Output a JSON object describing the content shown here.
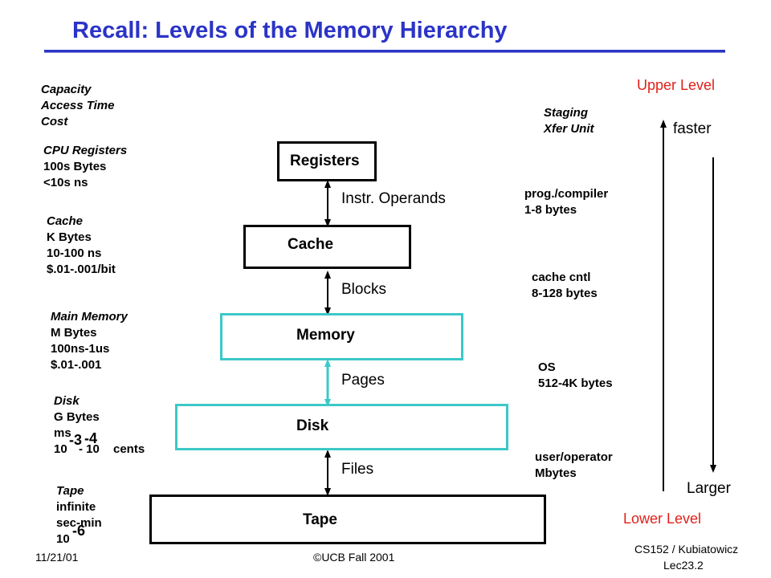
{
  "title": "Recall: Levels of the Memory Hierarchy",
  "legend": [
    "Capacity",
    "Access Time",
    "Cost"
  ],
  "levels": [
    {
      "name_label": "CPU Registers",
      "lines": [
        "100s Bytes",
        "<10s ns"
      ]
    },
    {
      "name_label": "Cache",
      "lines": [
        "K Bytes",
        "10-100 ns",
        "$.01-.001/bit"
      ]
    },
    {
      "name_label": "Main Memory",
      "lines": [
        "M Bytes",
        "100ns-1us",
        "$.01-.001"
      ]
    },
    {
      "name_label": "Disk",
      "lines": [
        "G Bytes",
        "ms"
      ],
      "cost_base": "10",
      "cost_exp1": "-3",
      "cost_mid": "- 10",
      "cost_exp2": "-4",
      "cost_unit": "cents"
    },
    {
      "name_label": "Tape",
      "lines": [
        "infinite",
        "sec-min"
      ],
      "cost_base": "10",
      "cost_exp": "-6"
    }
  ],
  "boxes": [
    "Registers",
    "Cache",
    "Memory",
    "Disk",
    "Tape"
  ],
  "transfers": [
    "Instr. Operands",
    "Blocks",
    "Pages",
    "Files"
  ],
  "staging_header": [
    "Staging",
    "Xfer Unit"
  ],
  "staging": [
    [
      "prog./compiler",
      "1-8 bytes"
    ],
    [
      "cache cntl",
      "8-128 bytes"
    ],
    [
      "OS",
      "512-4K bytes"
    ],
    [
      "user/operator",
      "Mbytes"
    ]
  ],
  "upper_level": "Upper Level",
  "lower_level": "Lower Level",
  "faster": "faster",
  "larger": "Larger",
  "footer": {
    "date": "11/21/01",
    "copyright": "©UCB Fall 2001",
    "course": "CS152 / Kubiatowicz",
    "lecture": "Lec23.2"
  },
  "colors": {
    "title": "#2b34c7",
    "teal": "#3cc8c8",
    "red": "#e0201a"
  }
}
